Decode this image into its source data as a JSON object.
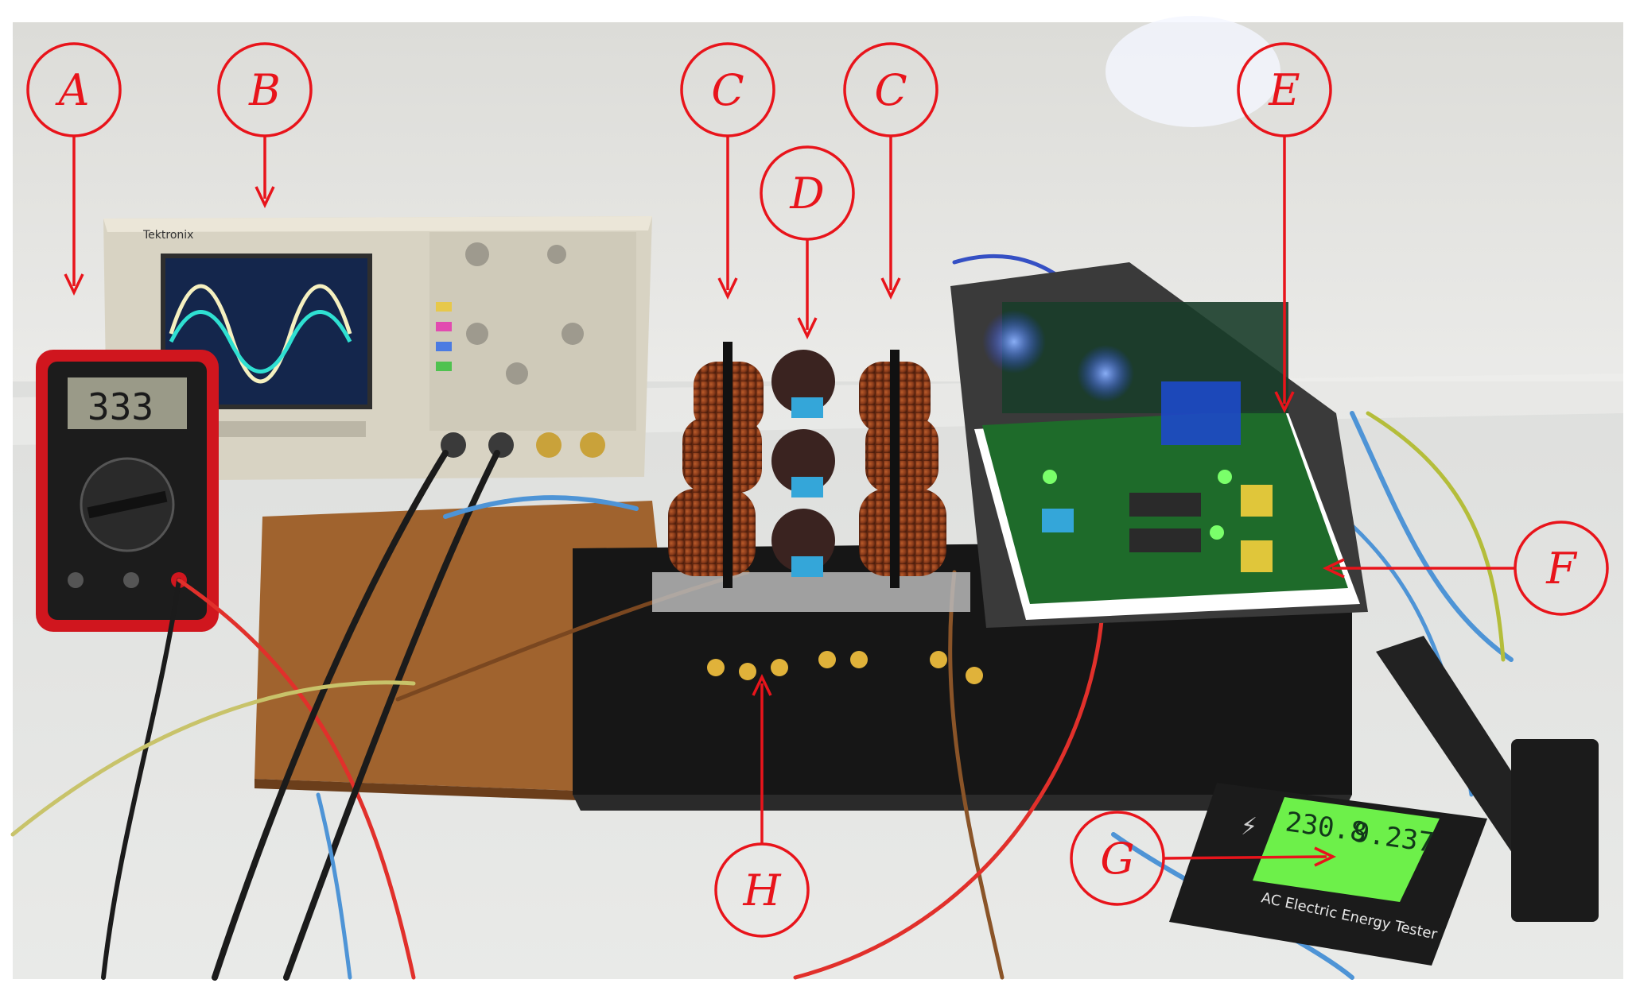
{
  "photo": {
    "description_icon": "lab-bench-photo",
    "colors": {
      "callout": "#e8141b",
      "wall": "#e6e6e2",
      "table": "#e4e5e3",
      "wood_board": "#a0632e",
      "black_base": "#161616",
      "pcb_green": "#1e6b2a",
      "copper": "#8a3b1a",
      "scope_body": "#d8d3c3",
      "scope_screen": "#14264c",
      "multimeter_red": "#d0161e",
      "meter_display": "#6df04a"
    }
  },
  "callouts": [
    {
      "letter": "A"
    },
    {
      "letter": "B"
    },
    {
      "letter": "C"
    },
    {
      "letter": "C"
    },
    {
      "letter": "D"
    },
    {
      "letter": "E"
    },
    {
      "letter": "F"
    },
    {
      "letter": "G"
    },
    {
      "letter": "H"
    }
  ],
  "devices": {
    "multimeter_reading": "333",
    "scope_brand": "Tektronix",
    "energy_meter_voltage": "230.8",
    "energy_meter_current": "9.237",
    "energy_meter_label": "AC Electric Energy Tester"
  }
}
